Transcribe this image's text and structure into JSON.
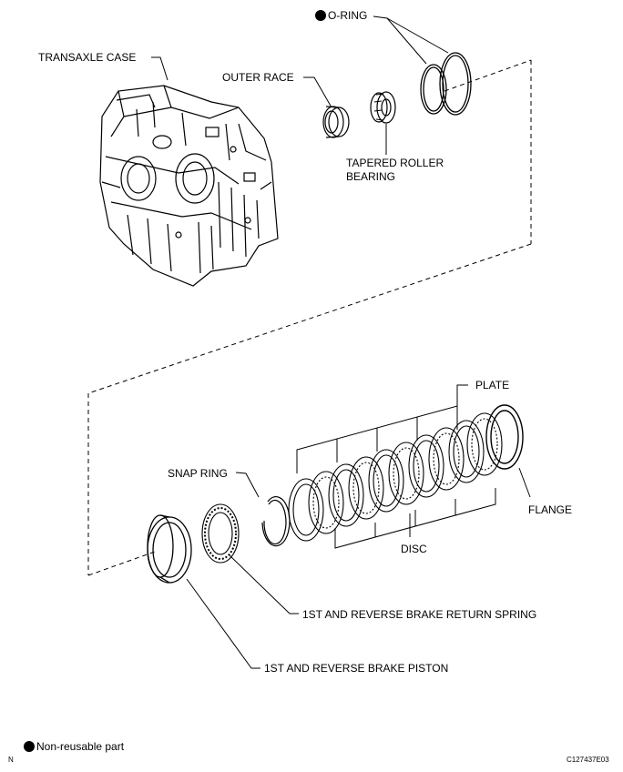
{
  "labels": {
    "o_ring": "O-RING",
    "transaxle_case": "TRANSAXLE CASE",
    "outer_race": "OUTER RACE",
    "tapered_roller_bearing_line1": "TAPERED ROLLER",
    "tapered_roller_bearing_line2": "BEARING",
    "plate": "PLATE",
    "snap_ring": "SNAP RING",
    "flange": "FLANGE",
    "disc": "DISC",
    "return_spring": "1ST AND REVERSE BRAKE RETURN SPRING",
    "piston": "1ST AND REVERSE BRAKE PISTON"
  },
  "legend": {
    "non_reusable": "Non-reusable part",
    "symbol": "black-dot-icon"
  },
  "footer": {
    "orientation": "N",
    "figure_code": "C127437E03"
  }
}
